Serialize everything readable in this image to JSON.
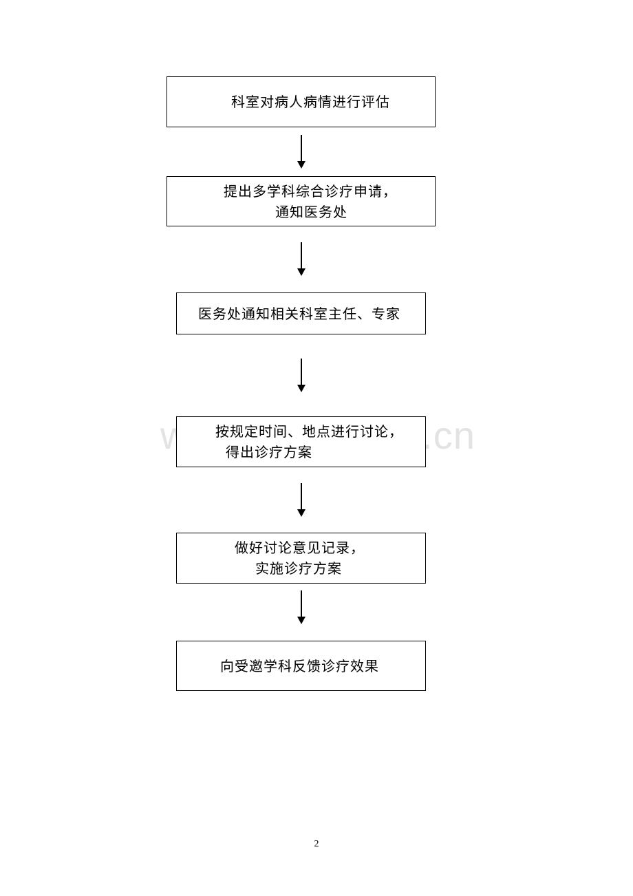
{
  "flowchart": {
    "steps": [
      {
        "lines": [
          "科室对病人病情进行评估"
        ]
      },
      {
        "lines": [
          "提出多学科综合诊疗申请，",
          "通知医务处"
        ]
      },
      {
        "lines": [
          "医务处通知相关科室主任、专家"
        ]
      },
      {
        "lines": [
          "按规定时间、地点进行讨论，",
          "得出诊疗方案"
        ]
      },
      {
        "lines": [
          "做好讨论意见记录，",
          "实施诊疗方案"
        ]
      },
      {
        "lines": [
          "向受邀学科反馈诊疗效果"
        ]
      }
    ]
  },
  "watermark": "www.zixin.com.cn",
  "page_number": "2"
}
